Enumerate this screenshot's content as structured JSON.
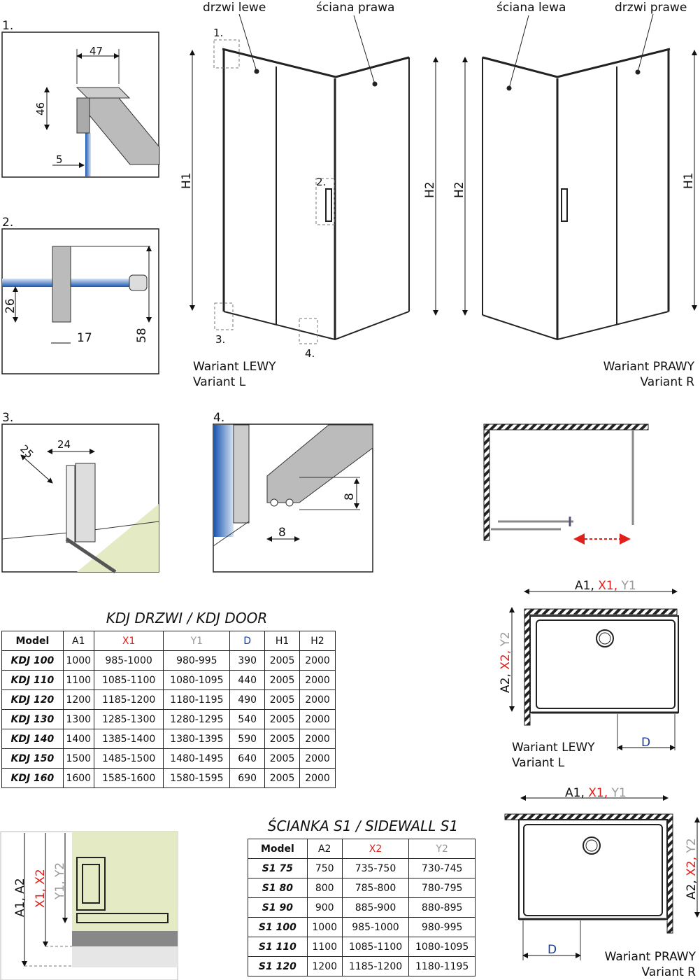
{
  "colors": {
    "x": "#e0201b",
    "y": "#999999",
    "d": "#1a3aa0"
  },
  "labels": {
    "door_left": "drzwi lewe",
    "wall_right": "ściana prawa",
    "wall_left": "ściana lewa",
    "door_right": "drzwi prawe",
    "h1": "H1",
    "h2": "H2",
    "variant_left_pl": "Wariant LEWY",
    "variant_left_en": "Variant L",
    "variant_right_pl": "Wariant PRAWY",
    "variant_right_en": "Variant R",
    "callout_1": "1.",
    "callout_2": "2.",
    "callout_3": "3.",
    "callout_4": "4."
  },
  "details": {
    "d1": {
      "num": "1.",
      "w": "47",
      "h": "46",
      "t": "5"
    },
    "d2": {
      "num": "2.",
      "a": "26",
      "b": "17",
      "c": "58"
    },
    "d3": {
      "num": "3.",
      "a": "24",
      "b": "25"
    },
    "d4": {
      "num": "4.",
      "a": "8",
      "b": "8"
    }
  },
  "plan": {
    "a1": "A1,",
    "x1": "X1,",
    "y1": "Y1",
    "a2": "A2,",
    "x2": "X2,",
    "y2": "Y2",
    "d": "D",
    "section_a": "A1, A2",
    "section_x": "X1, X2",
    "section_y": "Y1, Y2"
  },
  "door_table": {
    "title": "KDJ DRZWI / KDJ DOOR",
    "headers": [
      "Model",
      "A1",
      "X1",
      "Y1",
      "D",
      "H1",
      "H2"
    ],
    "rows": [
      [
        "KDJ 100",
        "1000",
        "985-1000",
        "980-995",
        "390",
        "2005",
        "2000"
      ],
      [
        "KDJ 110",
        "1100",
        "1085-1100",
        "1080-1095",
        "440",
        "2005",
        "2000"
      ],
      [
        "KDJ 120",
        "1200",
        "1185-1200",
        "1180-1195",
        "490",
        "2005",
        "2000"
      ],
      [
        "KDJ 130",
        "1300",
        "1285-1300",
        "1280-1295",
        "540",
        "2005",
        "2000"
      ],
      [
        "KDJ 140",
        "1400",
        "1385-1400",
        "1380-1395",
        "590",
        "2005",
        "2000"
      ],
      [
        "KDJ 150",
        "1500",
        "1485-1500",
        "1480-1495",
        "640",
        "2005",
        "2000"
      ],
      [
        "KDJ 160",
        "1600",
        "1585-1600",
        "1580-1595",
        "690",
        "2005",
        "2000"
      ]
    ]
  },
  "wall_table": {
    "title": "ŚCIANKA S1 / SIDEWALL S1",
    "headers": [
      "Model",
      "A2",
      "X2",
      "Y2"
    ],
    "rows": [
      [
        "S1 75",
        "750",
        "735-750",
        "730-745"
      ],
      [
        "S1 80",
        "800",
        "785-800",
        "780-795"
      ],
      [
        "S1 90",
        "900",
        "885-900",
        "880-895"
      ],
      [
        "S1 100",
        "1000",
        "985-1000",
        "980-995"
      ],
      [
        "S1 110",
        "1100",
        "1085-1100",
        "1080-1095"
      ],
      [
        "S1 120",
        "1200",
        "1185-1200",
        "1180-1195"
      ]
    ]
  }
}
